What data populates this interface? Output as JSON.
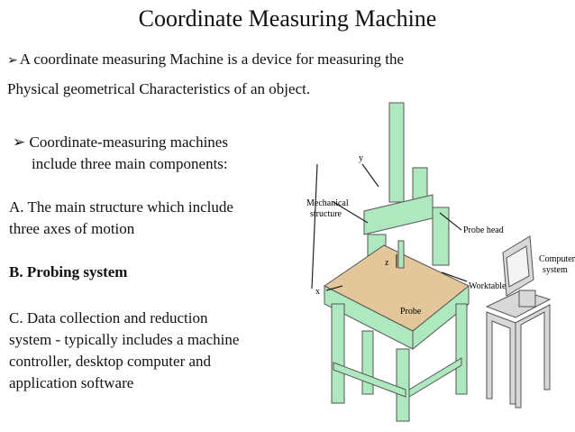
{
  "title": "Coordinate Measuring Machine",
  "intro": {
    "arrow": "➢",
    "line1": "A coordinate  measuring Machine is a device for measuring the",
    "line2": "Physical geometrical Characteristics of an object."
  },
  "bullet": {
    "arrow": "➢",
    "line1": "Coordinate-measuring machines",
    "line2": "include three main  components:"
  },
  "components": {
    "a_line1": "A. The main structure which include",
    "a_line2": "three axes of motion",
    "b_label": "B. Probing system",
    "c_line1": "C. Data collection and reduction",
    "c_line2": "system - typically includes a machine",
    "c_line3": "controller, desktop computer  and",
    "c_line4": "application software"
  },
  "figure": {
    "mechanical_line1": "Mechanical",
    "mechanical_line2": "structure",
    "probe_head": "Probe head",
    "worktable": "Worktable",
    "computer_line1": "Computer",
    "computer_line2": "system",
    "probe": "Probe",
    "axis_x": "x",
    "axis_y": "y",
    "axis_z": "z",
    "structure_color": "#aee8bf",
    "table_color": "#e3c79b",
    "computer_color": "#d8d8d8"
  }
}
